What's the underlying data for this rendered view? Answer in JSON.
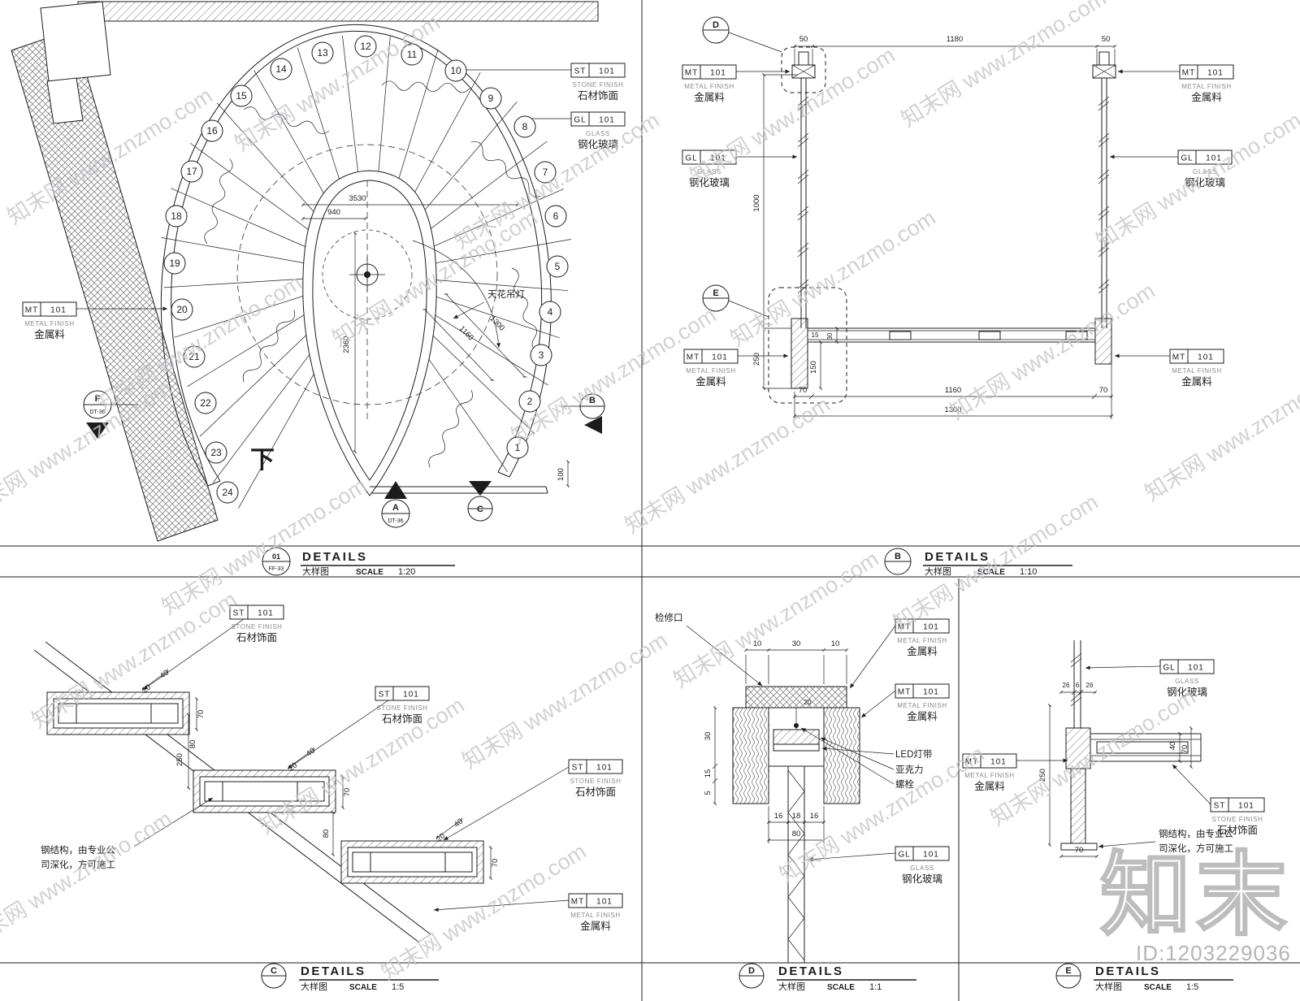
{
  "watermark": {
    "tile": "知末网 www.znzmo.com",
    "logo": "知末",
    "id": "ID:1203229036"
  },
  "materials": {
    "st": {
      "code": "ST",
      "num": "101",
      "en": "STONE FINISH",
      "cn": "石材饰面"
    },
    "gl": {
      "code": "GL",
      "num": "101",
      "en": "GLASS",
      "cn": "钢化玻璃"
    },
    "mt": {
      "code": "MT",
      "num": "101",
      "en": "METAL FINISH",
      "cn": "金属料"
    }
  },
  "plan": {
    "treads": [
      "1",
      "2",
      "3",
      "4",
      "5",
      "6",
      "7",
      "8",
      "9",
      "10",
      "11",
      "12",
      "13",
      "14",
      "15",
      "16",
      "17",
      "18",
      "19",
      "20",
      "21",
      "22",
      "23",
      "24"
    ],
    "down": "下",
    "lamp": "天花吊灯",
    "callouts": [
      "st",
      "gl",
      "mt"
    ],
    "dims": {
      "w3530": "3530",
      "w940": "940",
      "h2360": "2360",
      "r1160": "1160",
      "r1300": "1300",
      "o100": "100"
    },
    "markers": {
      "f": "F",
      "f_ref": "DT-36",
      "a": "A",
      "a_ref": "DT-36",
      "b": "B",
      "c": "C"
    }
  },
  "section_b": {
    "bubbles": {
      "d": "D",
      "e": "E"
    },
    "callouts_left": [
      "mt",
      "gl",
      "mt"
    ],
    "callouts_right": [
      "mt",
      "gl",
      "mt"
    ],
    "dims": {
      "t50l": "50",
      "t1180": "1180",
      "t50r": "50",
      "v1000": "1000",
      "v250": "250",
      "v150": "150",
      "s15": "15",
      "s30": "30",
      "b70l": "70",
      "b1160": "1160",
      "b70r": "70",
      "b1300": "1300"
    }
  },
  "detail_c": {
    "callouts": [
      "st",
      "st",
      "st",
      "mt"
    ],
    "note1": "钢结构，由专业公",
    "note2": "司深化，方可施工",
    "dims": {
      "d40": "40",
      "d20": "20",
      "d70": "70",
      "d250": "250",
      "d80": "80"
    }
  },
  "detail_d": {
    "callouts": [
      "mt",
      "mt",
      "gl"
    ],
    "access": "检修口",
    "led": "LED灯带",
    "acrylic": "亚克力",
    "bolt": "螺栓",
    "dims": {
      "t10l": "10",
      "t30": "30",
      "t10r": "10",
      "l30": "30",
      "l15": "15",
      "l5": "5",
      "c20": "20",
      "b16l": "16",
      "b18": "18",
      "b16r": "16",
      "b80": "80"
    }
  },
  "detail_e": {
    "callouts": [
      "gl",
      "mt",
      "st"
    ],
    "note1": "钢结构，由专业公",
    "note2": "司深化，方可施工",
    "dims": {
      "t26l": "26",
      "t6": "6",
      "t26r": "26",
      "v250": "250",
      "r40": "40",
      "r70": "70",
      "b70": "70"
    }
  },
  "titles": {
    "t1": {
      "no": "01",
      "ref": "FF-33",
      "title": "DETAILS",
      "cn": "大样图",
      "scale_label": "SCALE",
      "scale": "1:20"
    },
    "t2": {
      "no": "B",
      "title": "DETAILS",
      "cn": "大样图",
      "scale_label": "SCALE",
      "scale": "1:10"
    },
    "t3": {
      "no": "C",
      "title": "DETAILS",
      "cn": "大样图",
      "scale_label": "SCALE",
      "scale": "1:5"
    },
    "t4": {
      "no": "D",
      "title": "DETAILS",
      "cn": "大样图",
      "scale_label": "SCALE",
      "scale": "1:1"
    },
    "t5": {
      "no": "E",
      "title": "DETAILS",
      "cn": "大样图",
      "scale_label": "SCALE",
      "scale": "1:5"
    }
  }
}
